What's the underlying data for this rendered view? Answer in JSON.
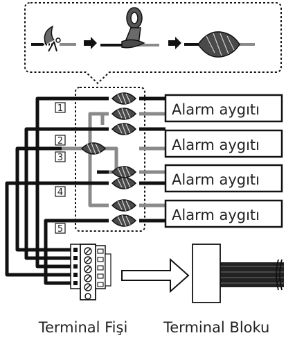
{
  "devices": [
    {
      "label": "Alarm aygıtı"
    },
    {
      "label": "Alarm aygıtı"
    },
    {
      "label": "Alarm aygıtı"
    },
    {
      "label": "Alarm aygıtı"
    }
  ],
  "wire_numbers": [
    "1",
    "2",
    "3",
    "4",
    "5"
  ],
  "captions": {
    "plug": "Terminal Fişi",
    "block": "Terminal Bloku"
  },
  "icons": {
    "splice_steps": [
      "crimp-tool-icon",
      "arrow-right-icon",
      "tape-roll-icon",
      "arrow-right-icon",
      "insulated-splice-icon"
    ],
    "connector": "terminal-plug-icon",
    "direction": "hollow-arrow-right-icon",
    "receptacle": "terminal-block-icon"
  },
  "colors": {
    "wire_black": "#111111",
    "wire_gray": "#8a8a8a",
    "splice_fill": "#4a4a4a"
  }
}
